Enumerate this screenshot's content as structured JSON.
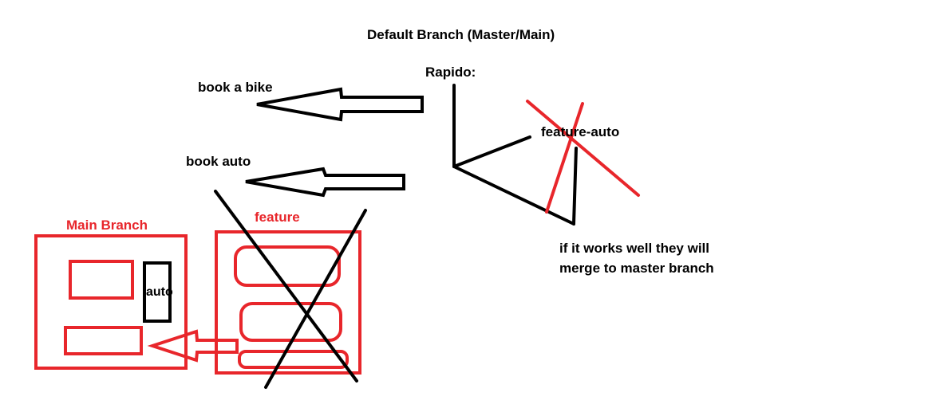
{
  "labels": {
    "title": "Default Branch (Master/Main)",
    "rapido": "Rapido:",
    "book_bike": "book a bike",
    "book_auto": "book auto",
    "feature_auto": "feature-auto",
    "note_line1": "if it works well they will",
    "note_line2": "merge to master branch",
    "main_branch": "Main Branch",
    "feature": "feature",
    "auto": "auto"
  },
  "colors": {
    "ink": "#000000",
    "red": "#e8262b",
    "background": "#ffffff"
  }
}
